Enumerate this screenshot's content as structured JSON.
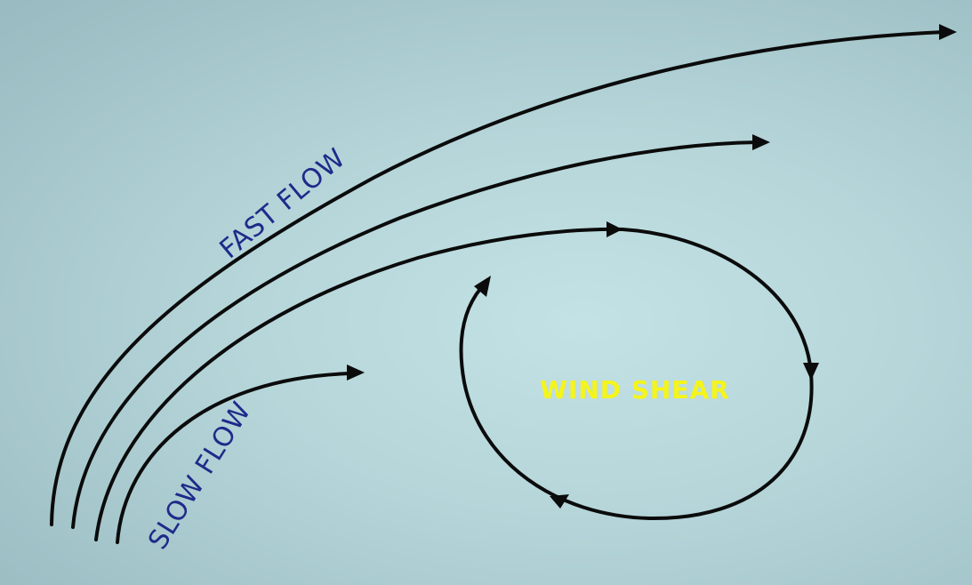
{
  "labels": {
    "fast_flow": "FAST FLOW",
    "slow_flow": "SLOW FLOW",
    "wind_shear": "WIND SHEAR"
  },
  "colors": {
    "flow_label": "#1f2a8a",
    "wind_shear_label": "#f5f51a",
    "lines": "#0b0b0b"
  }
}
